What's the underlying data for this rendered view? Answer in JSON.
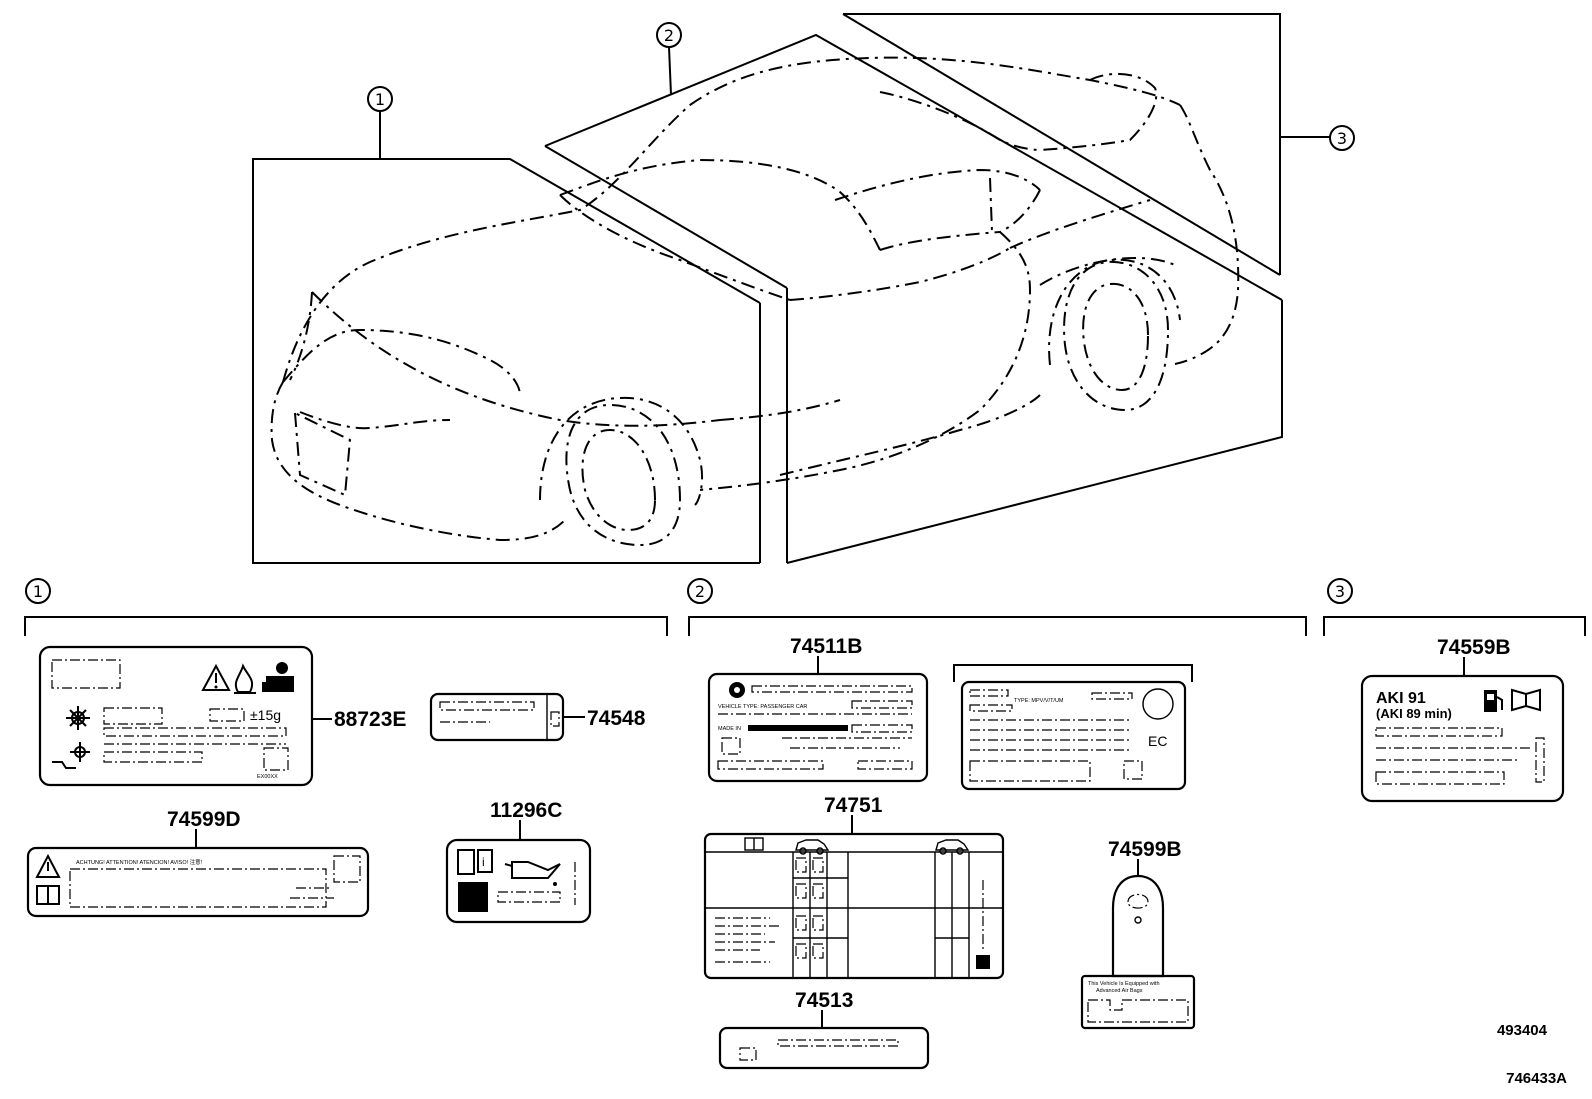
{
  "callouts": {
    "one": "1",
    "two": "2",
    "three": "3"
  },
  "parts": {
    "p88723E": "88723E",
    "p74548": "74548",
    "p74599D": "74599D",
    "p11296C": "11296C",
    "p74511B": "74511B",
    "p74751": "74751",
    "p74513": "74513",
    "p74599B": "74599B",
    "p74559B": "74559B"
  },
  "label_text": {
    "refrigerant_amount": "±15g",
    "caution_languages": "ACHTUNG!   ATTENTION!   ATENCION!   AVISO!   注意!",
    "vehicle_type": "VEHICLE TYPE: PASSENGER CAR",
    "made_in": "MADE IN",
    "type_code": "TYPE: MPV/V/T/UM",
    "ec_mark": "EC",
    "aki_rating": "AKI 91",
    "aki_min": "(AKI 89 min)",
    "label_code": "EX00XX",
    "tag_note_1": "This Vehicle Is Equipped with",
    "tag_note_2": "Advanced Air Bags"
  },
  "codes": {
    "illustration_number": "493404",
    "catalog_code": "746433A"
  },
  "icons": [
    "warning-triangle-icon",
    "flammable-icon",
    "service-technician-icon",
    "refrigerant-icon",
    "oil-refrigerant-icon",
    "manual-info-icon",
    "oil-can-icon",
    "fuel-pump-icon",
    "car-icon",
    "airbag-icon"
  ]
}
